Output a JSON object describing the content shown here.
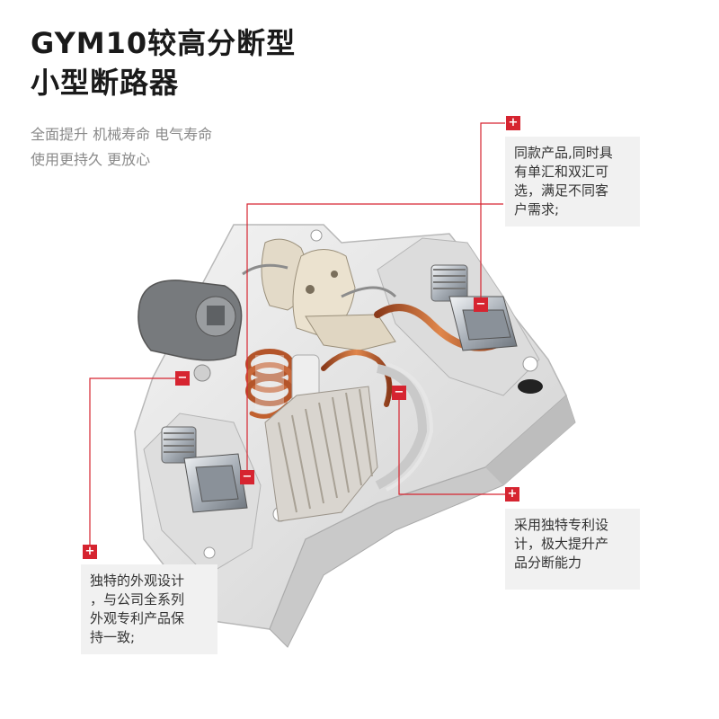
{
  "header": {
    "title_line1": "GYM10较高分断型",
    "title_line2": "小型断路器",
    "subtitle_line1": "全面提升 机械寿命 电气寿命",
    "subtitle_line2": "使用更持久 更放心"
  },
  "callouts": {
    "top_right": {
      "symbol": "+",
      "lines": [
        "同款产品,同时具",
        "有单汇和双汇可",
        "选，满足不同客",
        "户需求;"
      ]
    },
    "mid_right": {
      "symbol": "+",
      "lines": [
        "采用独特专利设",
        "计，极大提升产",
        "品分断能力"
      ]
    },
    "bottom_left": {
      "symbol": "+",
      "lines": [
        "独特的外观设计",
        "，与公司全系列",
        "外观专利产品保",
        "持一致;"
      ]
    }
  },
  "markers": {
    "minus": "−",
    "plus": "+"
  },
  "colors": {
    "accent": "#d62430",
    "callout_bg": "#f1f1f1",
    "housing": "#e6e6e6",
    "copper": "#c1602e"
  }
}
